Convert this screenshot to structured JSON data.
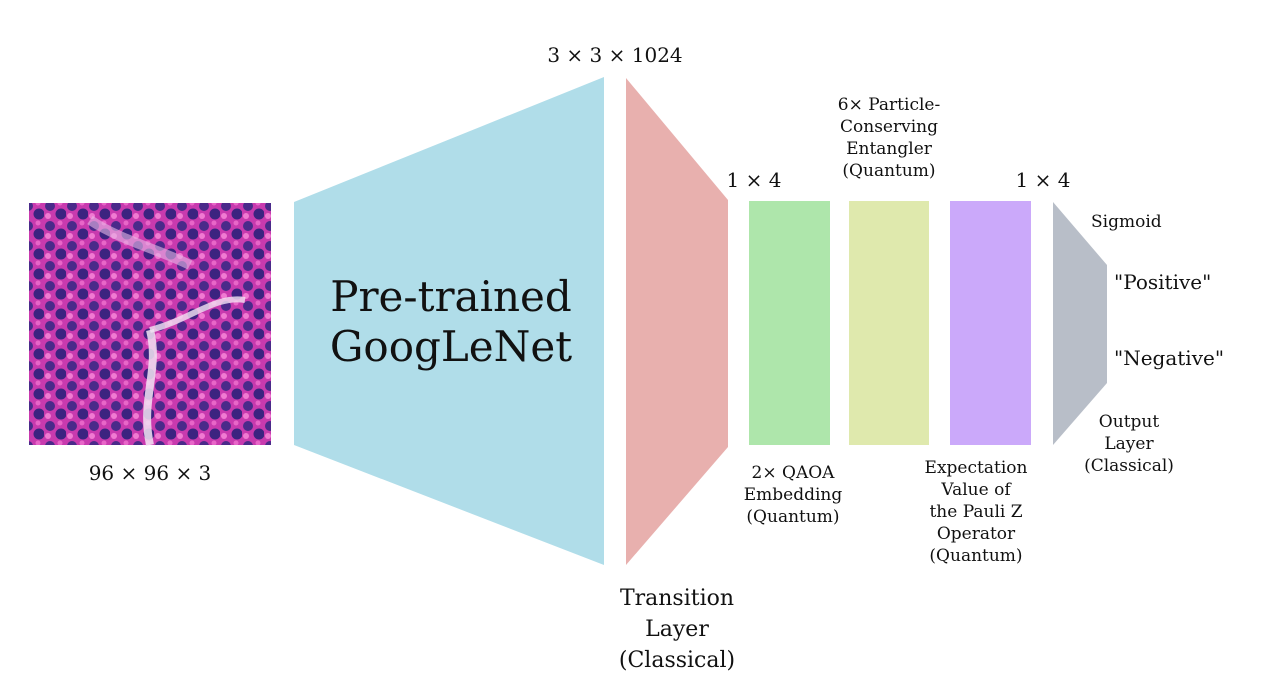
{
  "input": {
    "dims": "96 × 96 × 3"
  },
  "backbone": {
    "line1": "Pre-trained",
    "line2": "GoogLeNet",
    "out_dims": "3 × 3 × 1024"
  },
  "transition": {
    "line1": "Transition",
    "line2": "Layer",
    "line3": "(Classical)"
  },
  "qaoa": {
    "in_dims": "1 × 4",
    "line1": "2× QAOA",
    "line2": "Embedding",
    "line3": "(Quantum)"
  },
  "entangler": {
    "line1": "6× Particle-",
    "line2": "Conserving",
    "line3": "Entangler",
    "line4": "(Quantum)"
  },
  "expectation": {
    "out_dims": "1 × 4",
    "line1": "Expectation",
    "line2": "Value of",
    "line3": "the Pauli Z",
    "line4": "Operator",
    "line5": "(Quantum)"
  },
  "output": {
    "activation": "Sigmoid",
    "class_positive": "\"Positive\"",
    "class_negative": "\"Negative\"",
    "line1": "Output",
    "line2": "Layer",
    "line3": "(Classical)"
  },
  "colors": {
    "backbone": "#b0dde9",
    "transition": "#e8b0ae",
    "qaoa": "#aee6ab",
    "entangler": "#dfe9ad",
    "expectation": "#cba9fa",
    "output": "#b8bec8"
  }
}
